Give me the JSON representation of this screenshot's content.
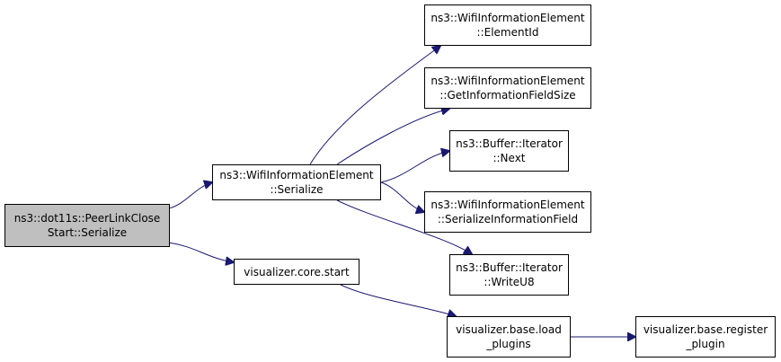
{
  "diagram": {
    "edge_color": "#191970",
    "root_fill": "#bfbfbf",
    "nodes": {
      "root": [
        "ns3::dot11s::PeerLinkClose",
        "Start::Serialize"
      ],
      "wie_serialize": [
        "ns3::WifiInformationElement",
        "::Serialize"
      ],
      "viz_start": [
        "visualizer.core.start"
      ],
      "element_id": [
        "ns3::WifiInformationElement",
        "::ElementId"
      ],
      "get_info_size": [
        "ns3::WifiInformationElement",
        "::GetInformationFieldSize"
      ],
      "buf_next": [
        "ns3::Buffer::Iterator",
        "::Next"
      ],
      "serialize_info": [
        "ns3::WifiInformationElement",
        "::SerializeInformationField"
      ],
      "buf_write": [
        "ns3::Buffer::Iterator",
        "::WriteU8"
      ],
      "load_plugins": [
        "visualizer.base.load",
        "_plugins"
      ],
      "register_plugin": [
        "visualizer.base.register",
        "_plugin"
      ]
    },
    "edges": [
      [
        "root",
        "wie_serialize"
      ],
      [
        "root",
        "viz_start"
      ],
      [
        "wie_serialize",
        "element_id"
      ],
      [
        "wie_serialize",
        "get_info_size"
      ],
      [
        "wie_serialize",
        "buf_next"
      ],
      [
        "wie_serialize",
        "serialize_info"
      ],
      [
        "wie_serialize",
        "buf_write"
      ],
      [
        "viz_start",
        "load_plugins"
      ],
      [
        "load_plugins",
        "register_plugin"
      ]
    ]
  }
}
